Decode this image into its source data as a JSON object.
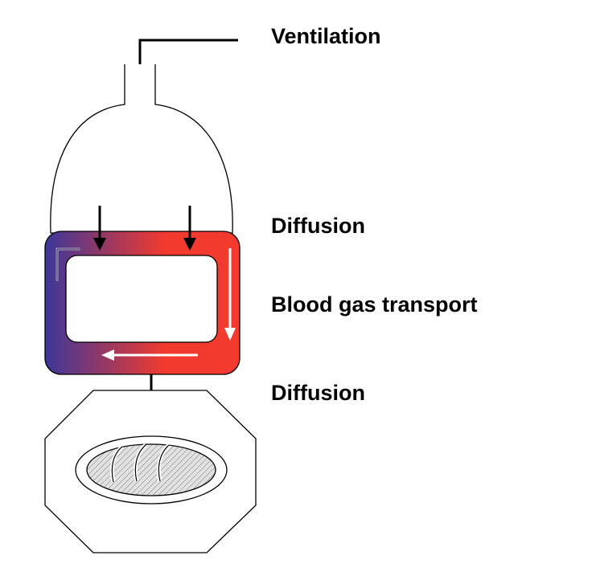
{
  "labels": {
    "ventilation": "Ventilation",
    "diffusion_top": "Diffusion",
    "blood_gas_transport": "Blood gas transport",
    "diffusion_bottom": "Diffusion"
  },
  "colors": {
    "deoxygenated": "#3c3799",
    "oxygenated": "#f23a2e",
    "stroke": "#000000",
    "fill": "#ffffff",
    "mitochondrion_fill": "#d8d8d8"
  },
  "icons": {
    "lung": "alveolus-shape",
    "circulation": "blood-loop",
    "cell": "octagon-cell",
    "organelle": "mitochondrion-icon"
  }
}
